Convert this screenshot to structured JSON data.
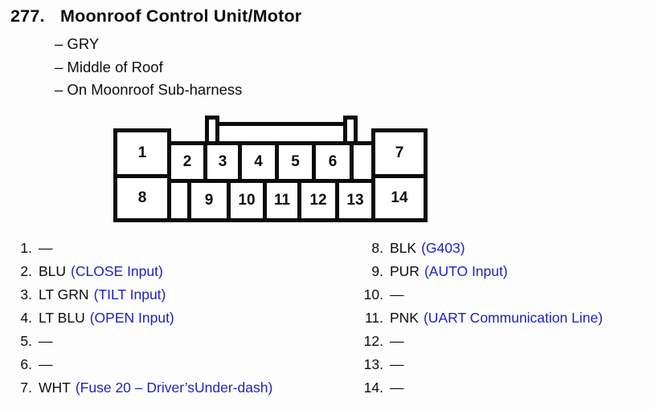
{
  "colors": {
    "ink": "#0d0d0d",
    "link_blue": "#1f1fc4",
    "paper": "#fdfdfd"
  },
  "header": {
    "index": "277.",
    "title": "Moonroof Control Unit/Motor",
    "details": [
      "– GRY",
      "– Middle of Roof",
      "– On Moonroof Sub-harness"
    ]
  },
  "connector": {
    "cells": {
      "c1": "1",
      "c2": "2",
      "c3": "3",
      "c4": "4",
      "c5": "5",
      "c6": "6",
      "c7": "7",
      "c8": "8",
      "c9": "9",
      "c10": "10",
      "c11": "11",
      "c12": "12",
      "c13": "13",
      "c14": "14"
    }
  },
  "pins": {
    "left": [
      {
        "num": "1.",
        "wire": "—",
        "desc": ""
      },
      {
        "num": "2.",
        "wire": "BLU",
        "desc": "(CLOSE Input)"
      },
      {
        "num": "3.",
        "wire": "LT GRN",
        "desc": "(TILT Input)"
      },
      {
        "num": "4.",
        "wire": "LT BLU",
        "desc": "(OPEN Input)"
      },
      {
        "num": "5.",
        "wire": "—",
        "desc": ""
      },
      {
        "num": "6.",
        "wire": "—",
        "desc": ""
      },
      {
        "num": "7.",
        "wire": "WHT",
        "desc": "(Fuse 20 – Driver’sUnder-dash)"
      }
    ],
    "right": [
      {
        "num": "8.",
        "wire": "BLK",
        "desc": "(G403)"
      },
      {
        "num": "9.",
        "wire": "PUR",
        "desc": "(AUTO Input)"
      },
      {
        "num": "10.",
        "wire": "—",
        "desc": ""
      },
      {
        "num": "11.",
        "wire": "PNK",
        "desc": "(UART Communication Line)"
      },
      {
        "num": "12.",
        "wire": "—",
        "desc": ""
      },
      {
        "num": "13.",
        "wire": "—",
        "desc": ""
      },
      {
        "num": "14.",
        "wire": "—",
        "desc": ""
      }
    ]
  }
}
